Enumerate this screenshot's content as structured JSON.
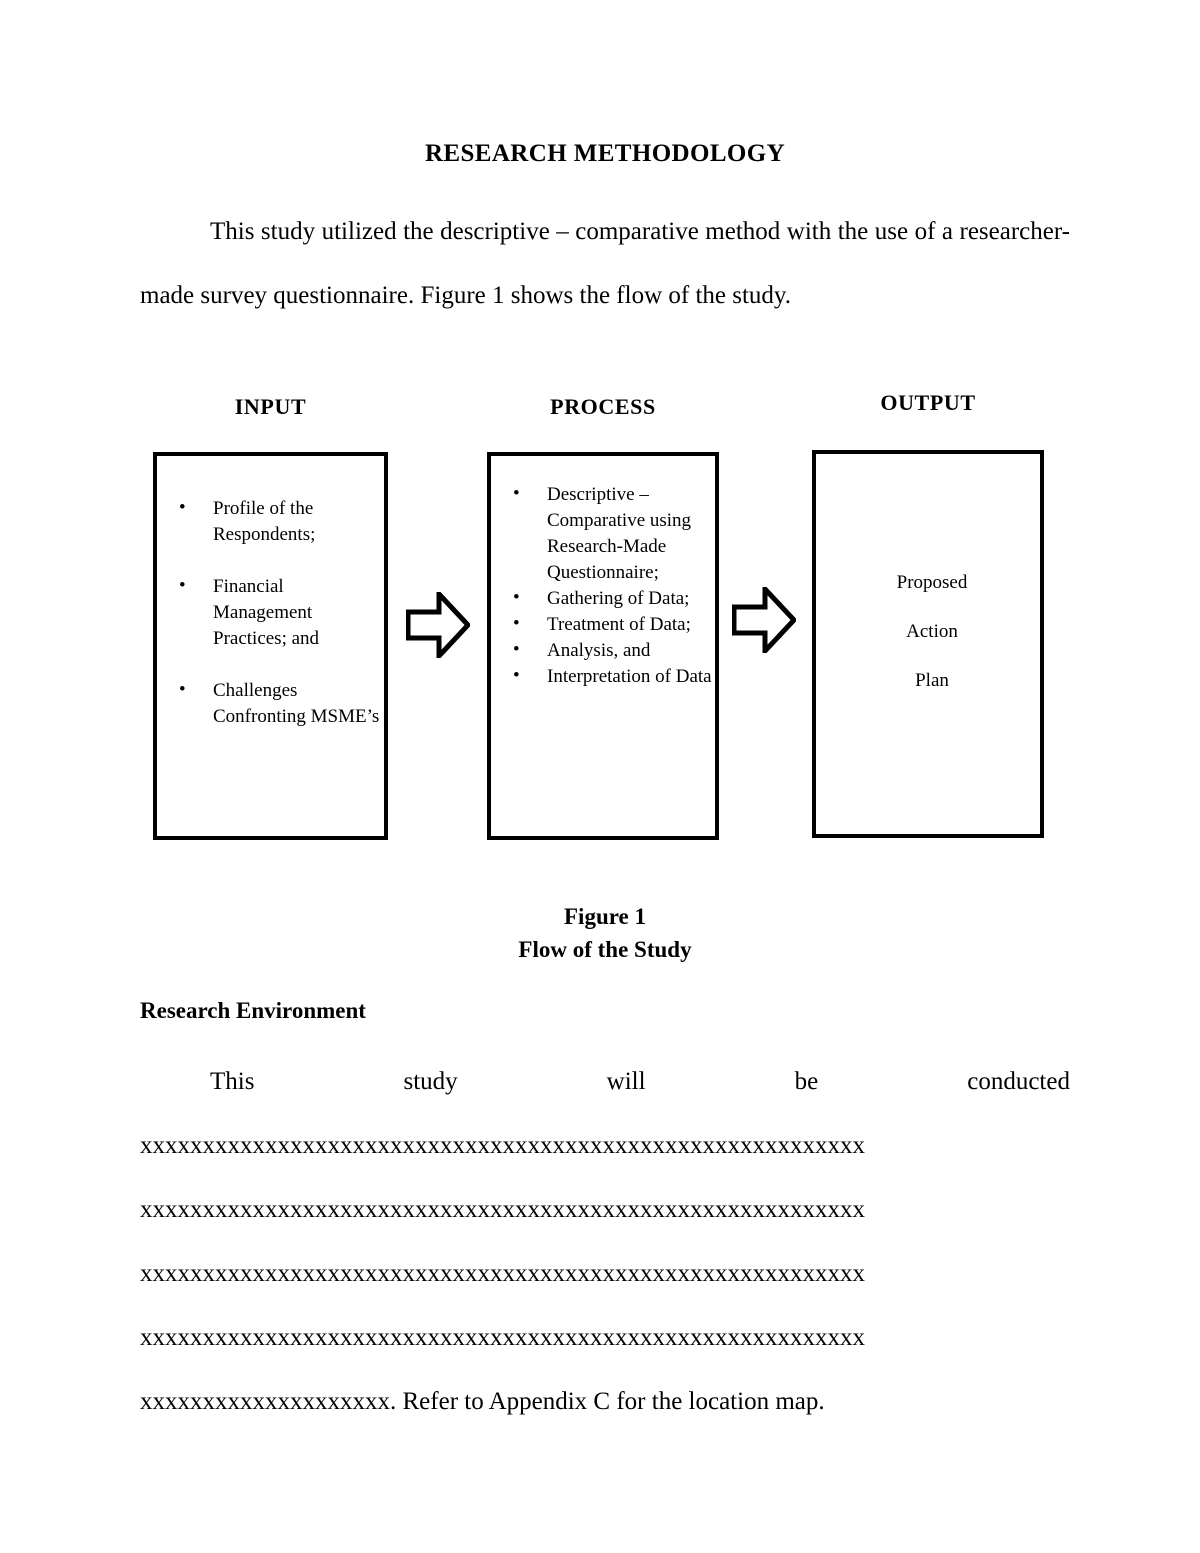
{
  "document": {
    "title": "RESEARCH METHODOLOGY",
    "intro_line_1": "This study utilized the descriptive – comparative method with the use of a",
    "intro_line_2": "researcher-made survey questionnaire. Figure 1 shows the flow of the study."
  },
  "diagram": {
    "headings": {
      "input": "INPUT",
      "process": "PROCESS",
      "output": "OUTPUT"
    },
    "input_items": [
      "Profile of the Respondents;",
      "Financial Management Practices; and",
      "Challenges Confronting MSME’s"
    ],
    "process_items": [
      "Descriptive – Comparative using Research-Made Questionnaire;",
      "Gathering of Data;",
      "Treatment of Data;",
      "Analysis, and",
      "Interpretation of Data"
    ],
    "output_lines": [
      "Proposed",
      "Action",
      "Plan"
    ],
    "arrow_1": "right-arrow-icon",
    "arrow_2": "right-arrow-icon"
  },
  "figure": {
    "number": "Figure 1",
    "caption": "Flow of the Study"
  },
  "section": {
    "heading": "Research Environment",
    "justified_words": [
      "This",
      "study",
      "will",
      "be",
      "conducted"
    ],
    "filler_lines": [
      "xxxxxxxxxxxxxxxxxxxxxxxxxxxxxxxxxxxxxxxxxxxxxxxxxxxxxxxxxx",
      "xxxxxxxxxxxxxxxxxxxxxxxxxxxxxxxxxxxxxxxxxxxxxxxxxxxxxxxxxx",
      "xxxxxxxxxxxxxxxxxxxxxxxxxxxxxxxxxxxxxxxxxxxxxxxxxxxxxxxxxx",
      "xxxxxxxxxxxxxxxxxxxxxxxxxxxxxxxxxxxxxxxxxxxxxxxxxxxxxxxxxx"
    ],
    "final_line": "xxxxxxxxxxxxxxxxxxxx. Refer to Appendix C for the location map."
  },
  "colors": {
    "ink": "#000000",
    "paper": "#ffffff"
  }
}
